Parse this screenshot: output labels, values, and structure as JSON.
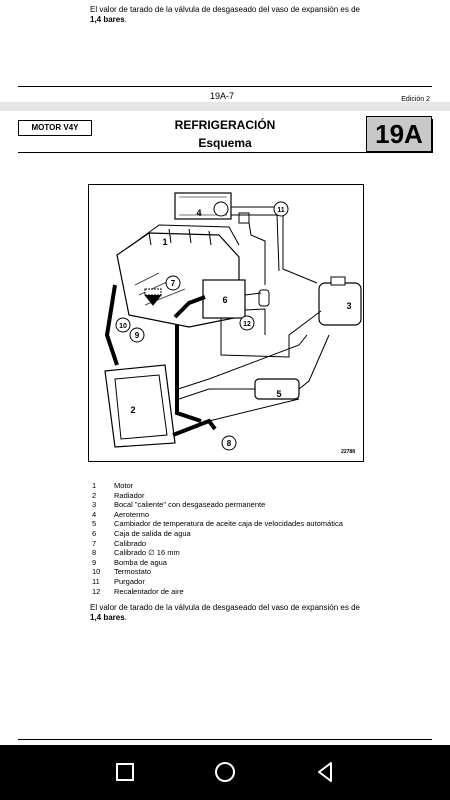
{
  "previous_page": {
    "text_prefix": "El valor de tarado de la válvula de desgaseado del vaso de expansión es de ",
    "text_value": "1,4 bares",
    "text_suffix": ".",
    "page_number": "19A-7",
    "edition": "Edición 2"
  },
  "header": {
    "engine": "MOTOR V4Y",
    "title": "REFRIGERACIÓN",
    "subtitle": "Esquema",
    "section": "19A"
  },
  "diagram": {
    "ref_code": "22788",
    "labels": [
      "1",
      "2",
      "3",
      "4",
      "5",
      "6",
      "7",
      "8",
      "9",
      "10",
      "11",
      "12"
    ]
  },
  "legend": [
    {
      "num": "1",
      "text": "Motor"
    },
    {
      "num": "2",
      "text": "Radiador"
    },
    {
      "num": "3",
      "text": "Bocal \"caliente\" con desgaseado permanente"
    },
    {
      "num": "4",
      "text": "Aerotermo"
    },
    {
      "num": "5",
      "text": "Cambiador de temperatura de aceite caja de velocidades automática"
    },
    {
      "num": "6",
      "text": "Caja de salida de agua"
    },
    {
      "num": "7",
      "text": "Calibrado"
    },
    {
      "num": "8",
      "text": "Calibrado ∅ 16 mm"
    },
    {
      "num": "9",
      "text": "Bomba de agua"
    },
    {
      "num": "10",
      "text": "Termostato"
    },
    {
      "num": "11",
      "text": "Purgador"
    },
    {
      "num": "12",
      "text": "Recalentador de aire"
    }
  ],
  "footer_text": {
    "prefix": "El valor de tarado de la válvula de desgaseado del vaso de expansión es de ",
    "value": "1,4 bares",
    "suffix": "."
  },
  "navbar": {
    "buttons": [
      "square-icon",
      "circle-icon",
      "triangle-back-icon"
    ]
  }
}
